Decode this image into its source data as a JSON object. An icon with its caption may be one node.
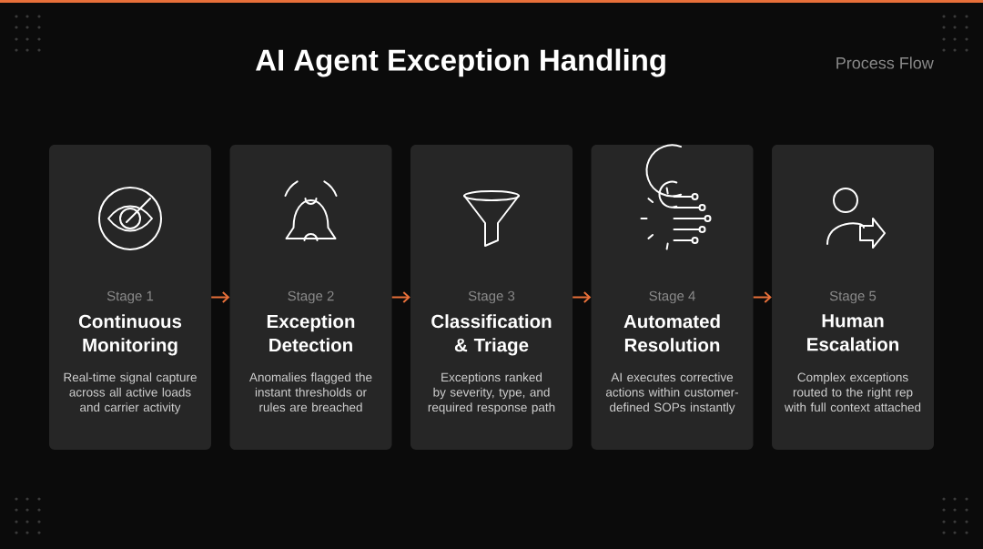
{
  "diagram": {
    "title": "AI Agent Exception Handling",
    "nodes": [
      {
        "text": [
          "Stage 1",
          "Continuous Monitoring",
          "Real-time signal capture across all active loads and carrier activity"
        ]
      },
      {
        "text": [
          "Stage 2",
          "Exception Detection",
          "Anomalies flagged the instant thresholds or rules are breached"
        ]
      },
      {
        "text": [
          "Stage 3",
          "Classification & Triage",
          "Exceptions ranked by severity, type, and required response path"
        ]
      },
      {
        "text": [
          "Stage 4",
          "Automated Resolution",
          "AI executes corrective actions within customer-defined SOPs instantly"
        ]
      },
      {
        "text": [
          "Stage 5",
          "Human Escalation",
          "Complex exceptions routed to the right rep with full context attached"
        ]
      }
    ],
    "edges": [
      {
        "from": 0,
        "to": 1,
        "arrow": "to"
      },
      {
        "from": 1,
        "to": 2,
        "arrow": "to"
      },
      {
        "from": 2,
        "to": 3,
        "arrow": "to"
      },
      {
        "from": 3,
        "to": 4,
        "arrow": "to"
      }
    ],
    "labels": [
      "Process Flow"
    ]
  }
}
